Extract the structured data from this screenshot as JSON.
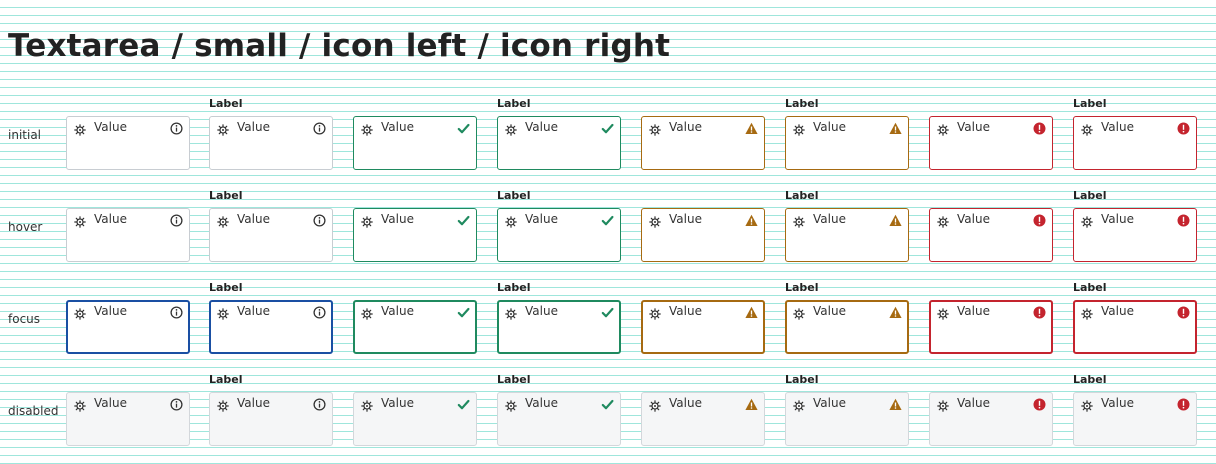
{
  "title": "Textarea / small / icon left / icon right",
  "rows": [
    {
      "state": "initial"
    },
    {
      "state": "hover"
    },
    {
      "state": "focus"
    },
    {
      "state": "disabled"
    }
  ],
  "columns": [
    {
      "variant": "neutral",
      "label": ""
    },
    {
      "variant": "neutral",
      "label": "Label"
    },
    {
      "variant": "success",
      "label": ""
    },
    {
      "variant": "success",
      "label": "Label"
    },
    {
      "variant": "warning",
      "label": ""
    },
    {
      "variant": "warning",
      "label": "Label"
    },
    {
      "variant": "error",
      "label": ""
    },
    {
      "variant": "error",
      "label": "Label"
    }
  ],
  "field": {
    "value": "Value",
    "left_icon": "gear-icon"
  },
  "status_icons": {
    "neutral": "info-icon",
    "success": "check-icon",
    "warning": "warning-icon",
    "error": "error-icon"
  },
  "colors": {
    "neutral_border": "#c8cdd2",
    "focus_border": "#1a4fa3",
    "success": "#1f8a5f",
    "warning": "#a66a11",
    "error": "#c4242e",
    "disabled_bg": "#f5f6f7",
    "grid_lines": "#9fe6dc"
  }
}
